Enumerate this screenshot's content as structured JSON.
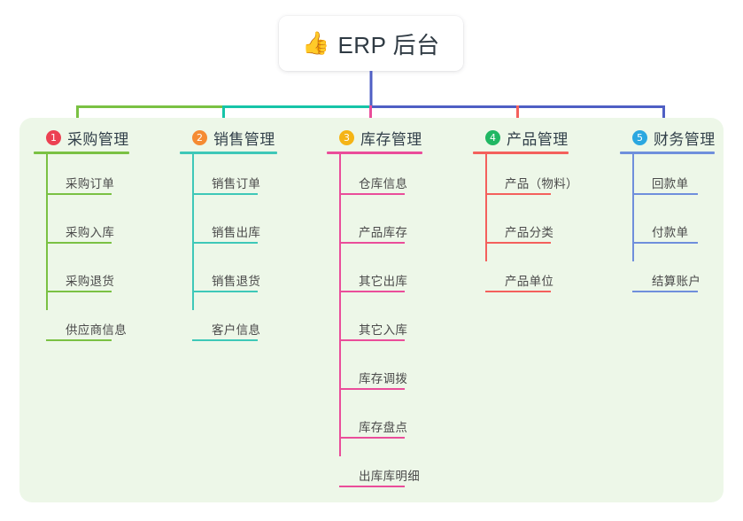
{
  "title": {
    "icon": "thumbs-up-icon",
    "emoji": "👍",
    "text": "ERP 后台"
  },
  "colors": {
    "panel_background": "#edf7e8",
    "page_background": "#ffffff",
    "title_text": "#2f3a43",
    "leaf_text": "#4a4a4a",
    "trunk_green": "#7ac143",
    "trunk_teal": "#16c4a8",
    "trunk_indigo": "#4f5fc4",
    "drop_green": "#7ac143",
    "drop_teal": "#16c4a8",
    "drop_pink": "#ea4d9a",
    "drop_red": "#f4605c",
    "drop_blue": "#4f5fc4"
  },
  "columns": [
    {
      "index": "1",
      "title": "采购管理",
      "badge_color": "#ec4152",
      "line_color": "#7ac143",
      "items": [
        "采购订单",
        "采购入库",
        "采购退货",
        "供应商信息"
      ]
    },
    {
      "index": "2",
      "title": "销售管理",
      "badge_color": "#f58b33",
      "line_color": "#3ec8b8",
      "items": [
        "销售订单",
        "销售出库",
        "销售退货",
        "客户信息"
      ]
    },
    {
      "index": "3",
      "title": "库存管理",
      "badge_color": "#f5b416",
      "line_color": "#ea4d9a",
      "items": [
        "仓库信息",
        "产品库存",
        "其它出库",
        "其它入库",
        "库存调拨",
        "库存盘点",
        "出库库明细"
      ]
    },
    {
      "index": "4",
      "title": "产品管理",
      "badge_color": "#21b763",
      "line_color": "#f4605c",
      "items": [
        "产品（物料）",
        "产品分类",
        "产品单位"
      ]
    },
    {
      "index": "5",
      "title": "财务管理",
      "badge_color": "#2ba7e0",
      "line_color": "#6f8fdc",
      "items": [
        "回款单",
        "付款单",
        "结算账户"
      ]
    }
  ]
}
